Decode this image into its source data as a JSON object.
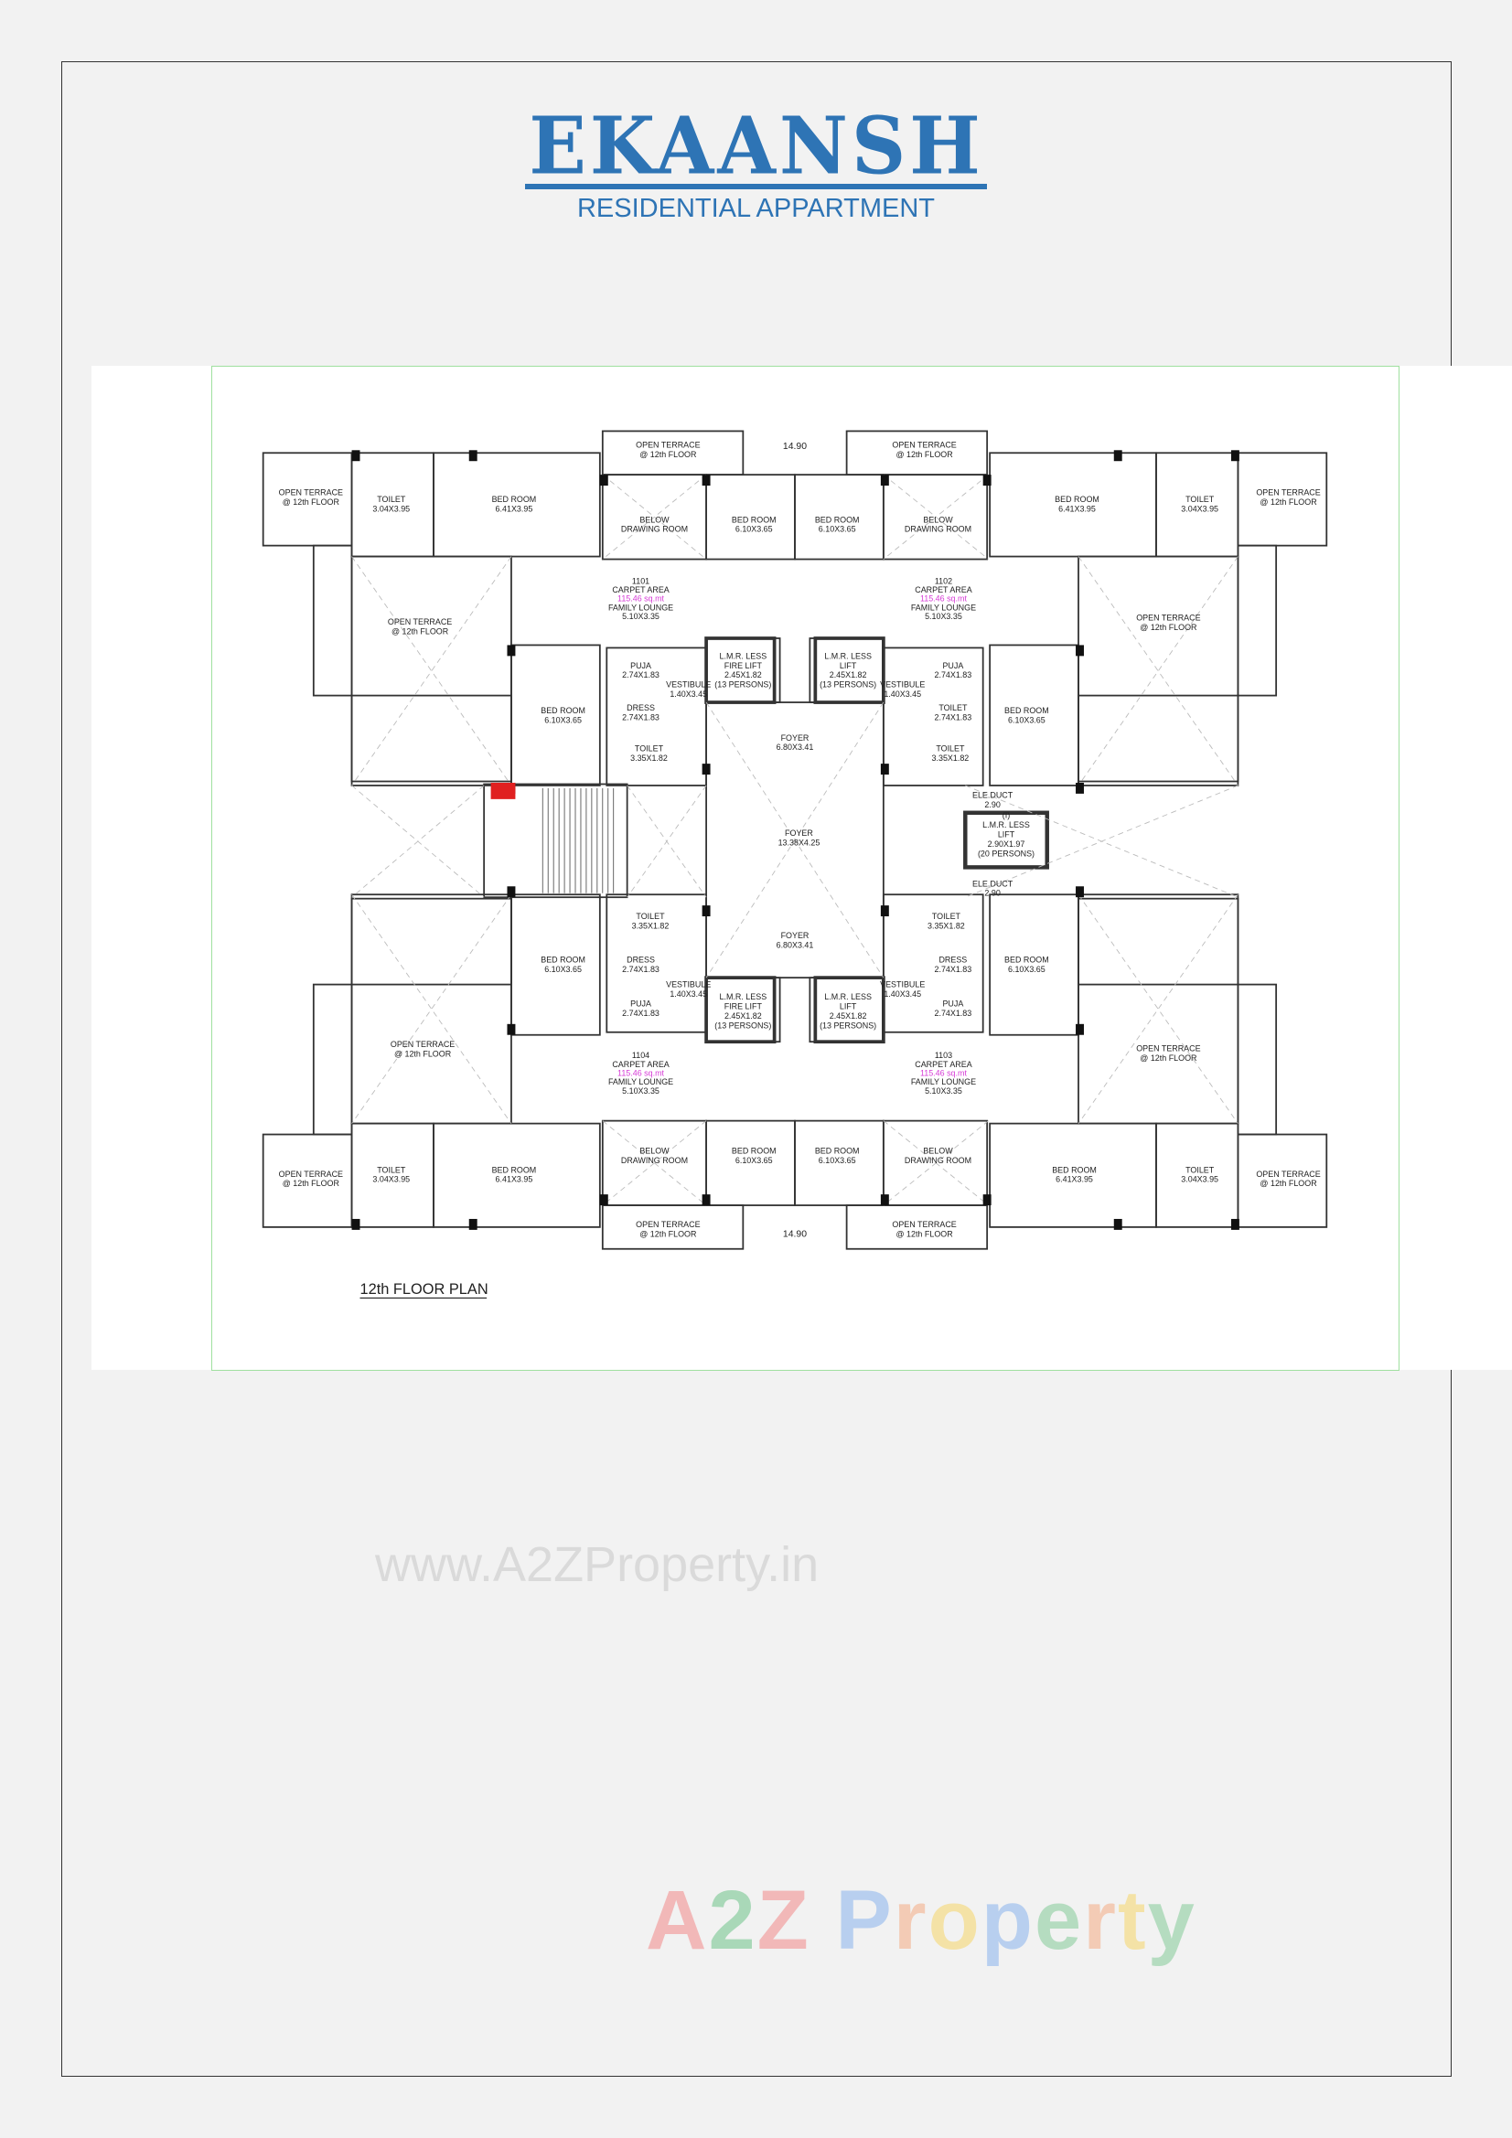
{
  "header": {
    "brand": "EKAANSH",
    "subtitle": "RESIDENTIAL APPARTMENT"
  },
  "plan": {
    "title": "12th FLOOR PLAN",
    "span_top": "14.90",
    "span_bottom": "14.90",
    "units": [
      {
        "number": "1101",
        "carpet_label": "CARPET AREA",
        "carpet_value": "115.46 sq.mt",
        "lounge": "FAMILY LOUNGE",
        "lounge_size": "5.10X3.35"
      },
      {
        "number": "1102",
        "carpet_label": "CARPET AREA",
        "carpet_value": "115.46 sq.mt",
        "lounge": "FAMILY LOUNGE",
        "lounge_size": "5.10X3.35"
      },
      {
        "number": "1104",
        "carpet_label": "CARPET AREA",
        "carpet_value": "115.46 sq.mt",
        "lounge": "FAMILY LOUNGE",
        "lounge_size": "5.10X3.35"
      },
      {
        "number": "1103",
        "carpet_label": "CARPET AREA",
        "carpet_value": "115.46 sq.mt",
        "lounge": "FAMILY LOUNGE",
        "lounge_size": "5.10X3.35"
      }
    ],
    "rooms": [
      {
        "lines": [
          "OPEN TERRACE",
          "@ 12th FLOOR"
        ]
      },
      {
        "lines": [
          "TOILET",
          "3.04X3.95"
        ]
      },
      {
        "lines": [
          "BED ROOM",
          "6.41X3.95"
        ]
      },
      {
        "lines": [
          "BELOW",
          "DRAWING ROOM"
        ]
      },
      {
        "lines": [
          "BED ROOM",
          "6.10X3.65"
        ]
      },
      {
        "lines": [
          "BED ROOM",
          "6.10X3.65"
        ]
      },
      {
        "lines": [
          "BELOW",
          "DRAWING ROOM"
        ]
      },
      {
        "lines": [
          "BED ROOM",
          "6.41X3.95"
        ]
      },
      {
        "lines": [
          "TOILET",
          "3.04X3.95"
        ]
      },
      {
        "lines": [
          "OPEN TERRACE",
          "@ 12th FLOOR"
        ]
      },
      {
        "lines": [
          "OPEN TERRACE",
          "@ 12th FLOOR"
        ]
      },
      {
        "lines": [
          "OPEN TERRACE",
          "@ 12th FLOOR"
        ]
      },
      {
        "lines": [
          "OPEN TERRACE",
          "@ 12th FLOOR"
        ]
      },
      {
        "lines": [
          "OPEN TERRACE",
          "@ 12th FLOOR"
        ]
      },
      {
        "lines": [
          "PUJA",
          "2.74X1.83"
        ]
      },
      {
        "lines": [
          "DRESS",
          "2.74X1.83"
        ]
      },
      {
        "lines": [
          "TOILET",
          "3.35X1.82"
        ]
      },
      {
        "lines": [
          "BED ROOM",
          "6.10X3.65"
        ]
      },
      {
        "lines": [
          "L.M.R. LESS",
          "FIRE LIFT",
          "2.45X1.82",
          "(13 PERSONS)"
        ]
      },
      {
        "lines": [
          "L.M.R. LESS",
          "LIFT",
          "2.45X1.82",
          "(13 PERSONS)"
        ]
      },
      {
        "lines": [
          "PUJA",
          "2.74X1.83"
        ]
      },
      {
        "lines": [
          "TOILET",
          "2.74X1.83"
        ]
      },
      {
        "lines": [
          "TOILET",
          "3.35X1.82"
        ]
      },
      {
        "lines": [
          "BED ROOM",
          "6.10X3.65"
        ]
      },
      {
        "lines": [
          "FOYER",
          "6.80X3.41"
        ]
      },
      {
        "lines": [
          "FOYER",
          "13.38X4.25"
        ]
      },
      {
        "lines": [
          "FOYER",
          "6.80X3.41"
        ]
      },
      {
        "lines": [
          "(I)",
          "L.M.R. LESS",
          "LIFT",
          "2.90X1.97",
          "(20 PERSONS)"
        ]
      },
      {
        "lines": [
          "TOILET",
          "3.35X1.82"
        ]
      },
      {
        "lines": [
          "DRESS",
          "2.74X1.83"
        ]
      },
      {
        "lines": [
          "PUJA",
          "2.74X1.83"
        ]
      },
      {
        "lines": [
          "BED ROOM",
          "6.10X3.65"
        ]
      },
      {
        "lines": [
          "L.M.R. LESS",
          "FIRE LIFT",
          "2.45X1.82",
          "(13 PERSONS)"
        ]
      },
      {
        "lines": [
          "L.M.R. LESS",
          "LIFT",
          "2.45X1.82",
          "(13 PERSONS)"
        ]
      },
      {
        "lines": [
          "TOILET",
          "3.35X1.82"
        ]
      },
      {
        "lines": [
          "DRESS",
          "2.74X1.83"
        ]
      },
      {
        "lines": [
          "PUJA",
          "2.74X1.83"
        ]
      },
      {
        "lines": [
          "BED ROOM",
          "6.10X3.65"
        ]
      },
      {
        "lines": [
          "OPEN TERRACE",
          "@ 12th FLOOR"
        ]
      },
      {
        "lines": [
          "OPEN TERRACE",
          "@ 12th FLOOR"
        ]
      },
      {
        "lines": [
          "BELOW",
          "DRAWING ROOM"
        ]
      },
      {
        "lines": [
          "BED ROOM",
          "6.10X3.65"
        ]
      },
      {
        "lines": [
          "BED ROOM",
          "6.10X3.65"
        ]
      },
      {
        "lines": [
          "BELOW",
          "DRAWING ROOM"
        ]
      },
      {
        "lines": [
          "BED ROOM",
          "6.41X3.95"
        ]
      },
      {
        "lines": [
          "TOILET",
          "3.04X3.95"
        ]
      },
      {
        "lines": [
          "OPEN TERRACE",
          "@ 12th FLOOR"
        ]
      },
      {
        "lines": [
          "BED ROOM",
          "6.41X3.95"
        ]
      },
      {
        "lines": [
          "TOILET",
          "3.04X3.95"
        ]
      },
      {
        "lines": [
          "OPEN TERRACE",
          "@ 12th FLOOR"
        ]
      },
      {
        "lines": [
          "OPEN TERRACE",
          "@ 12th FLOOR"
        ]
      },
      {
        "lines": [
          "OPEN TERRACE",
          "@ 12th FLOOR"
        ]
      },
      {
        "lines": [
          "VESTIBULE",
          "1.40X3.45"
        ]
      },
      {
        "lines": [
          "VESTIBULE",
          "1.40X3.45"
        ]
      },
      {
        "lines": [
          "VESTIBULE",
          "1.40X3.45"
        ]
      },
      {
        "lines": [
          "VESTIBULE",
          "1.40X3.45"
        ]
      },
      {
        "lines": [
          "ELE.DUCT",
          "2.90"
        ]
      },
      {
        "lines": [
          "ELE.DUCT",
          "2.90"
        ]
      }
    ]
  },
  "watermarks": {
    "site": "www.A2ZProperty.in",
    "logo_letters": [
      "A",
      "2",
      "Z",
      " ",
      "P",
      "r",
      "o",
      "p",
      "e",
      "r",
      "t",
      "y"
    ]
  },
  "colors": {
    "brand": "#2e74b5",
    "carpet_area": "#d63ad6",
    "logo_letters": [
      "#f2b8b8",
      "#a9d8b8",
      "#f2b8b8",
      "#f2f2f2",
      "#b8cfef",
      "#f3cbb5",
      "#f4e2a6",
      "#b8cfef",
      "#b5dcc0",
      "#f3cbb5",
      "#f4e2a6",
      "#b5dcc0"
    ]
  }
}
